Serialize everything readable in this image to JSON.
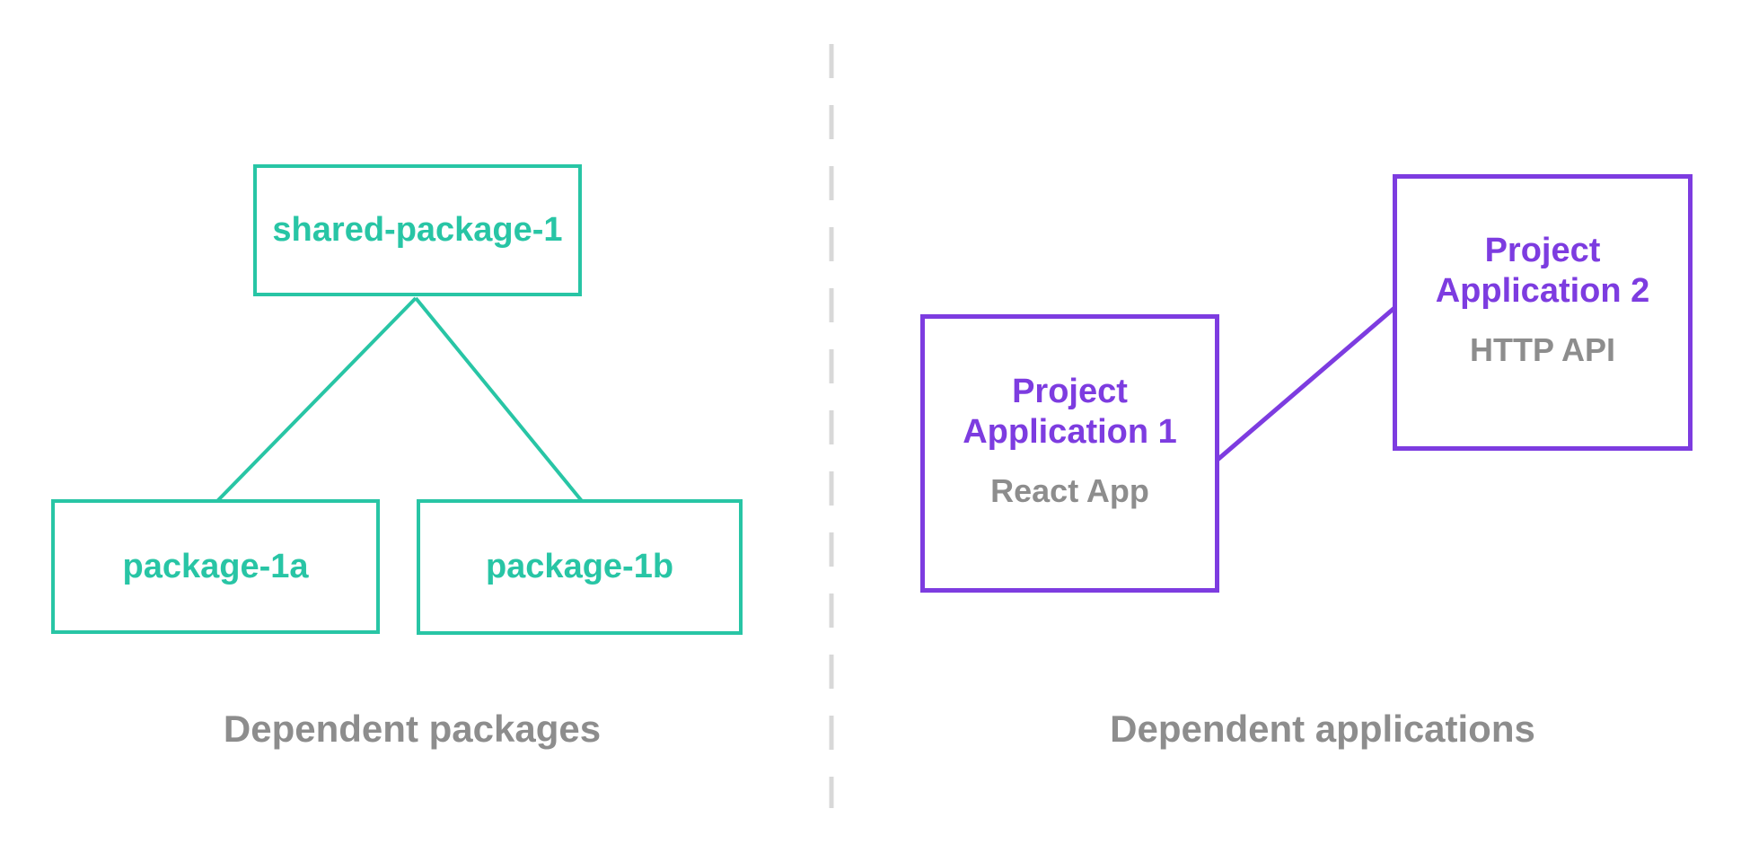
{
  "colors": {
    "teal": "#28c5a5",
    "purple": "#7d3ce0",
    "gray_text": "#8d8d8d",
    "divider_gray": "#d8d8d8",
    "canvas_bg": "#ffffff"
  },
  "left_panel": {
    "caption": "Dependent packages",
    "nodes": [
      {
        "label": "shared-package-1"
      },
      {
        "label": "package-1a"
      },
      {
        "label": "package-1b"
      }
    ],
    "edges": [
      {
        "from": "shared-package-1",
        "to": "package-1a"
      },
      {
        "from": "shared-package-1",
        "to": "package-1b"
      }
    ]
  },
  "right_panel": {
    "caption": "Dependent applications",
    "nodes": [
      {
        "title": "Project Application 1",
        "subtitle": "React App"
      },
      {
        "title": "Project Application 2",
        "subtitle": "HTTP API"
      }
    ],
    "edges": [
      {
        "from": "Project Application 1",
        "to": "Project Application 2"
      }
    ]
  }
}
